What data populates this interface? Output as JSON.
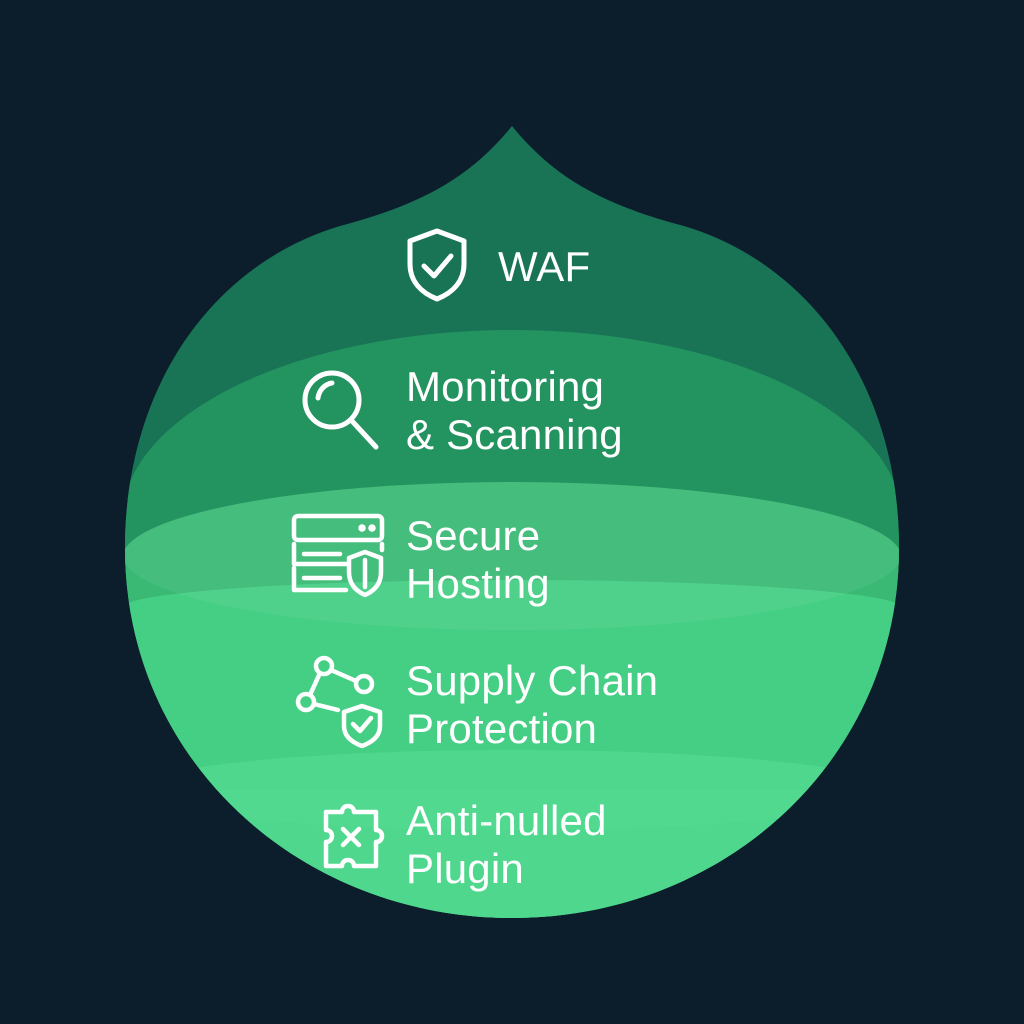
{
  "layers": [
    {
      "id": "waf",
      "lines": [
        "WAF"
      ],
      "icon": "shield-check-icon",
      "color": "#187455"
    },
    {
      "id": "monitoring",
      "lines": [
        "Monitoring",
        "& Scanning"
      ],
      "icon": "magnifier-icon",
      "color": "#23935f"
    },
    {
      "id": "hosting",
      "lines": [
        "Secure",
        "Hosting"
      ],
      "icon": "server-shield-icon",
      "color": "#3ab974"
    },
    {
      "id": "supply",
      "lines": [
        "Supply Chain",
        "Protection"
      ],
      "icon": "network-shield-icon",
      "color": "#45cf84"
    },
    {
      "id": "plugin",
      "lines": [
        "Anti-nulled",
        "Plugin"
      ],
      "icon": "puzzle-x-icon",
      "color": "#52da92"
    }
  ],
  "colors": {
    "background": "#0c1d2c",
    "text": "#ffffff"
  }
}
